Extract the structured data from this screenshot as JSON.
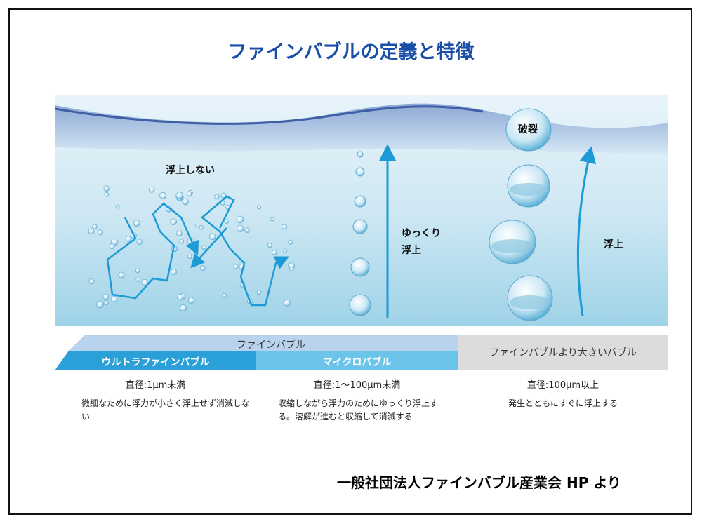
{
  "title": "ファインバブルの定義と特徴",
  "diagram": {
    "left_label": "浮上しない",
    "middle_label_1": "ゆっくり",
    "middle_label_2": "浮上",
    "right_label": "浮上",
    "burst_label": "破裂"
  },
  "categories": {
    "fine_bubble": "ファインバブル",
    "ultra_fine": "ウルトラファインバブル",
    "micro": "マイクロバブル",
    "larger": "ファインバブルより大きいバブル"
  },
  "columns": [
    {
      "diameter": "直径:1μm未満",
      "description": "微細なために浮力が小さく浮上せず消滅しない"
    },
    {
      "diameter": "直径:1〜100μm未満",
      "description": "収縮しながら浮力のためにゆっくり浮上する。溶解が進むと収縮して消滅する"
    },
    {
      "diameter": "直径:100μm以上",
      "description": "発生とともにすぐに浮上する"
    }
  ],
  "credit": "一般社団法人ファインバブル産業会 HP より",
  "colors": {
    "title": "#1a4fa8",
    "arrow": "#1e9ad6",
    "ultra": "#2a9fd8",
    "micro": "#6cc4ea",
    "fine": "#b9d3ee",
    "larger": "#dcdcdc"
  }
}
